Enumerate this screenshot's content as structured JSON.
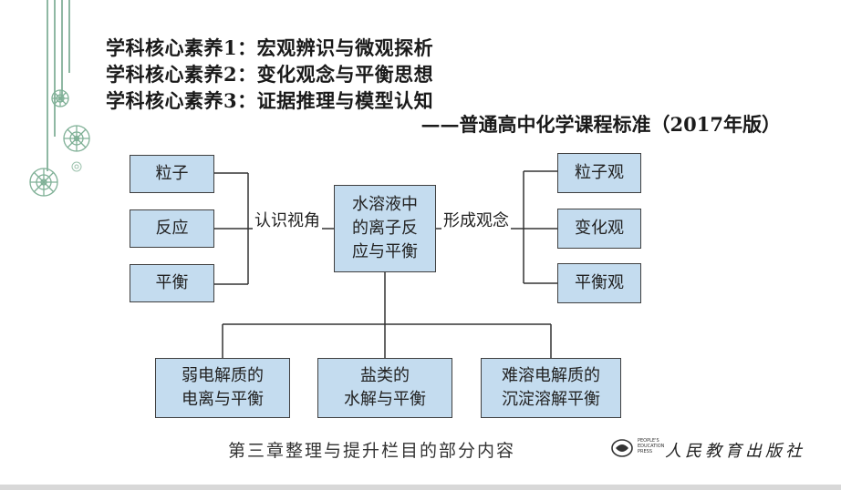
{
  "header": {
    "lines": [
      "学科核心素养1：宏观辨识与微观探析",
      "学科核心素养2：变化观念与平衡思想",
      "学科核心素养3：证据推理与模型认知"
    ],
    "source": "——普通高中化学课程标准（2017年版）"
  },
  "diagram": {
    "left_boxes": [
      "粒子",
      "反应",
      "平衡"
    ],
    "center_box": [
      "水溶液中",
      "的离子反",
      "应与平衡"
    ],
    "right_boxes": [
      "粒子观",
      "变化观",
      "平衡观"
    ],
    "left_label": "认识视角",
    "right_label": "形成观念",
    "bottom_boxes": [
      [
        "弱电解质的",
        "电离与平衡"
      ],
      [
        "盐类的",
        "水解与平衡"
      ],
      [
        "难溶电解质的",
        "沉淀溶解平衡"
      ]
    ]
  },
  "caption": "第三章整理与提升栏目的部分内容",
  "publisher": {
    "name": "人民教育出版社",
    "small_text": [
      "PEOPLE'S",
      "EDUCATION",
      "PRESS"
    ]
  },
  "colors": {
    "box_fill": "#c4dcef",
    "box_border": "#3f3f3f",
    "line": "#333333",
    "decor": "#8fb8a3"
  }
}
